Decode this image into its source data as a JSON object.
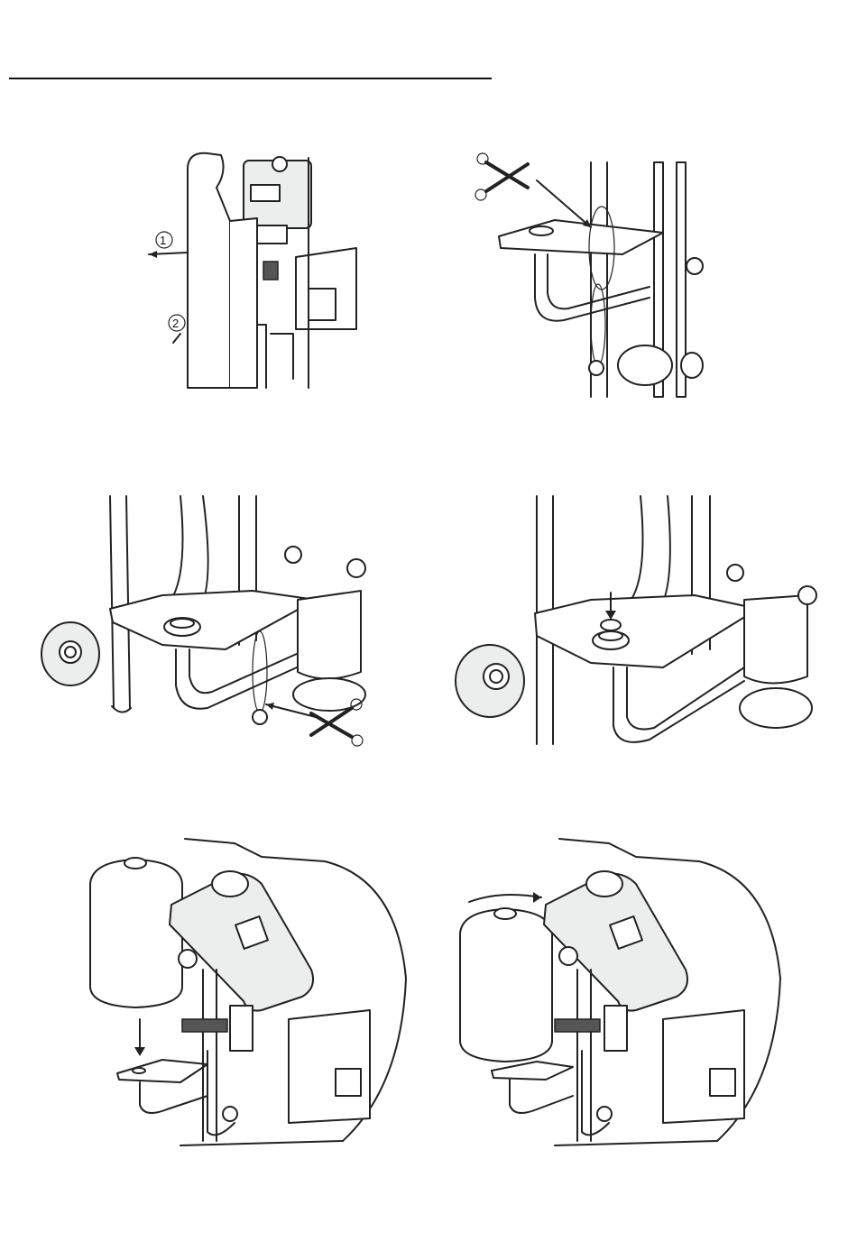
{
  "callouts": {
    "one": "1",
    "two": "2"
  },
  "colors": {
    "line": "#222222",
    "fill_light": "#eceeee",
    "background": "#ffffff"
  },
  "figures": [
    {
      "id": "fig-1",
      "icons": [
        "arrow-left-icon"
      ]
    },
    {
      "id": "fig-2",
      "icons": [
        "scissors-icon"
      ]
    },
    {
      "id": "fig-3",
      "icons": [
        "scissors-icon"
      ]
    },
    {
      "id": "fig-4",
      "icons": [
        "arrow-down-icon"
      ]
    },
    {
      "id": "fig-5",
      "icons": [
        "arrow-down-icon"
      ]
    },
    {
      "id": "fig-6",
      "icons": [
        "rotate-arrow-icon"
      ]
    }
  ]
}
